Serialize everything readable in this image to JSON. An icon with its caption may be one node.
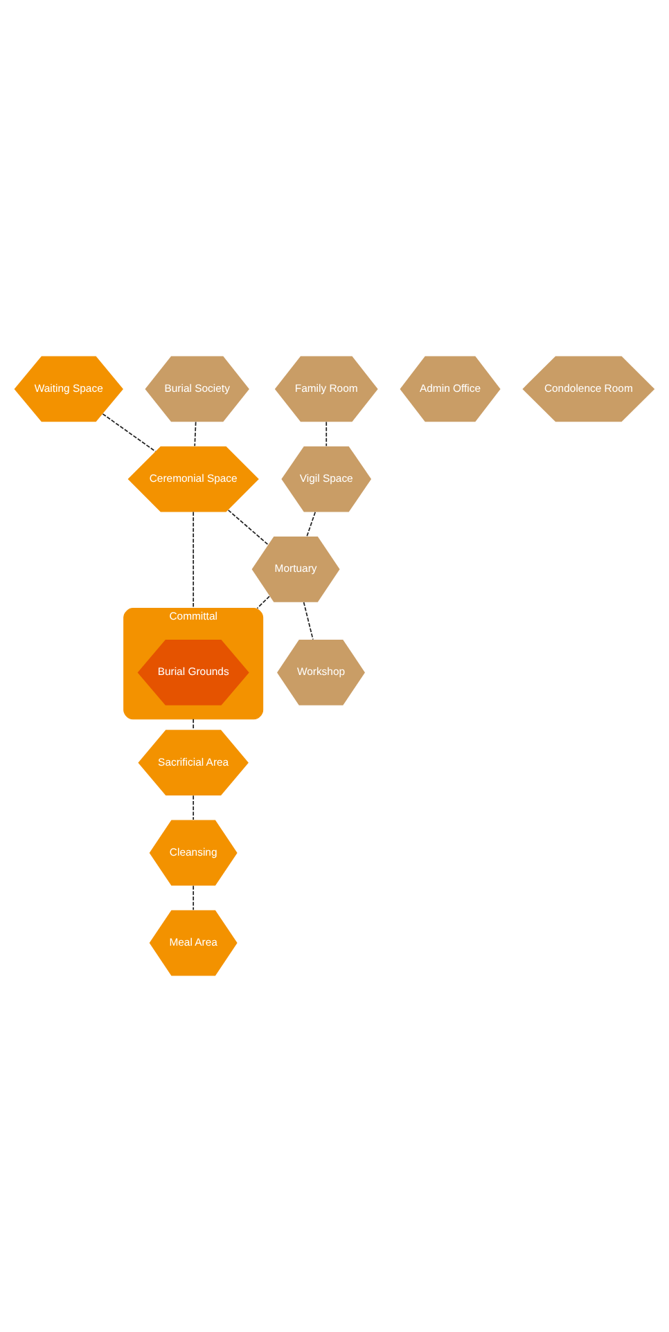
{
  "diagram": {
    "nodes": [
      {
        "text": [
          "Waiting Space"
        ]
      },
      {
        "text": [
          "Admin Office"
        ]
      },
      {
        "text": [
          "Vigil Space"
        ]
      },
      {
        "text": [
          "Ceremonial Space"
        ]
      },
      {
        "text": [
          "Family Room"
        ]
      },
      {
        "text": [
          "Burial Society"
        ]
      },
      {
        "text": [
          "Committal"
        ]
      },
      {
        "text": [
          "Burial Grounds"
        ],
        "in": 6
      },
      {
        "text": [
          "Mortuary"
        ]
      },
      {
        "text": [
          "Workshop"
        ]
      },
      {
        "text": [
          "Sacrificial Area"
        ]
      },
      {
        "text": [
          "Cleansing"
        ]
      },
      {
        "text": [
          "Meal Area"
        ]
      },
      {
        "text": [
          "Condolence Room"
        ]
      }
    ],
    "edges": [
      {
        "from": 0,
        "to": 3,
        "arrow": "none",
        "style": "dashed"
      },
      {
        "from": 4,
        "to": 2,
        "arrow": "none",
        "style": "dashed"
      },
      {
        "from": 2,
        "to": 8,
        "arrow": "none",
        "style": "dashed"
      },
      {
        "from": 5,
        "to": 3,
        "arrow": "none",
        "style": "dashed"
      },
      {
        "from": 3,
        "to": 8,
        "arrow": "none",
        "style": "dashed"
      },
      {
        "from": 3,
        "to": 6,
        "arrow": "none",
        "style": "dashed"
      },
      {
        "from": 8,
        "to": 6,
        "arrow": "none",
        "style": "dashed"
      },
      {
        "from": 8,
        "to": 9,
        "arrow": "none",
        "style": "dashed"
      },
      {
        "from": 6,
        "to": 10,
        "arrow": "none",
        "style": "dashed"
      },
      {
        "from": 10,
        "to": 11,
        "arrow": "none",
        "style": "dashed"
      },
      {
        "from": 11,
        "to": 12,
        "arrow": "none",
        "style": "dashed"
      }
    ]
  }
}
